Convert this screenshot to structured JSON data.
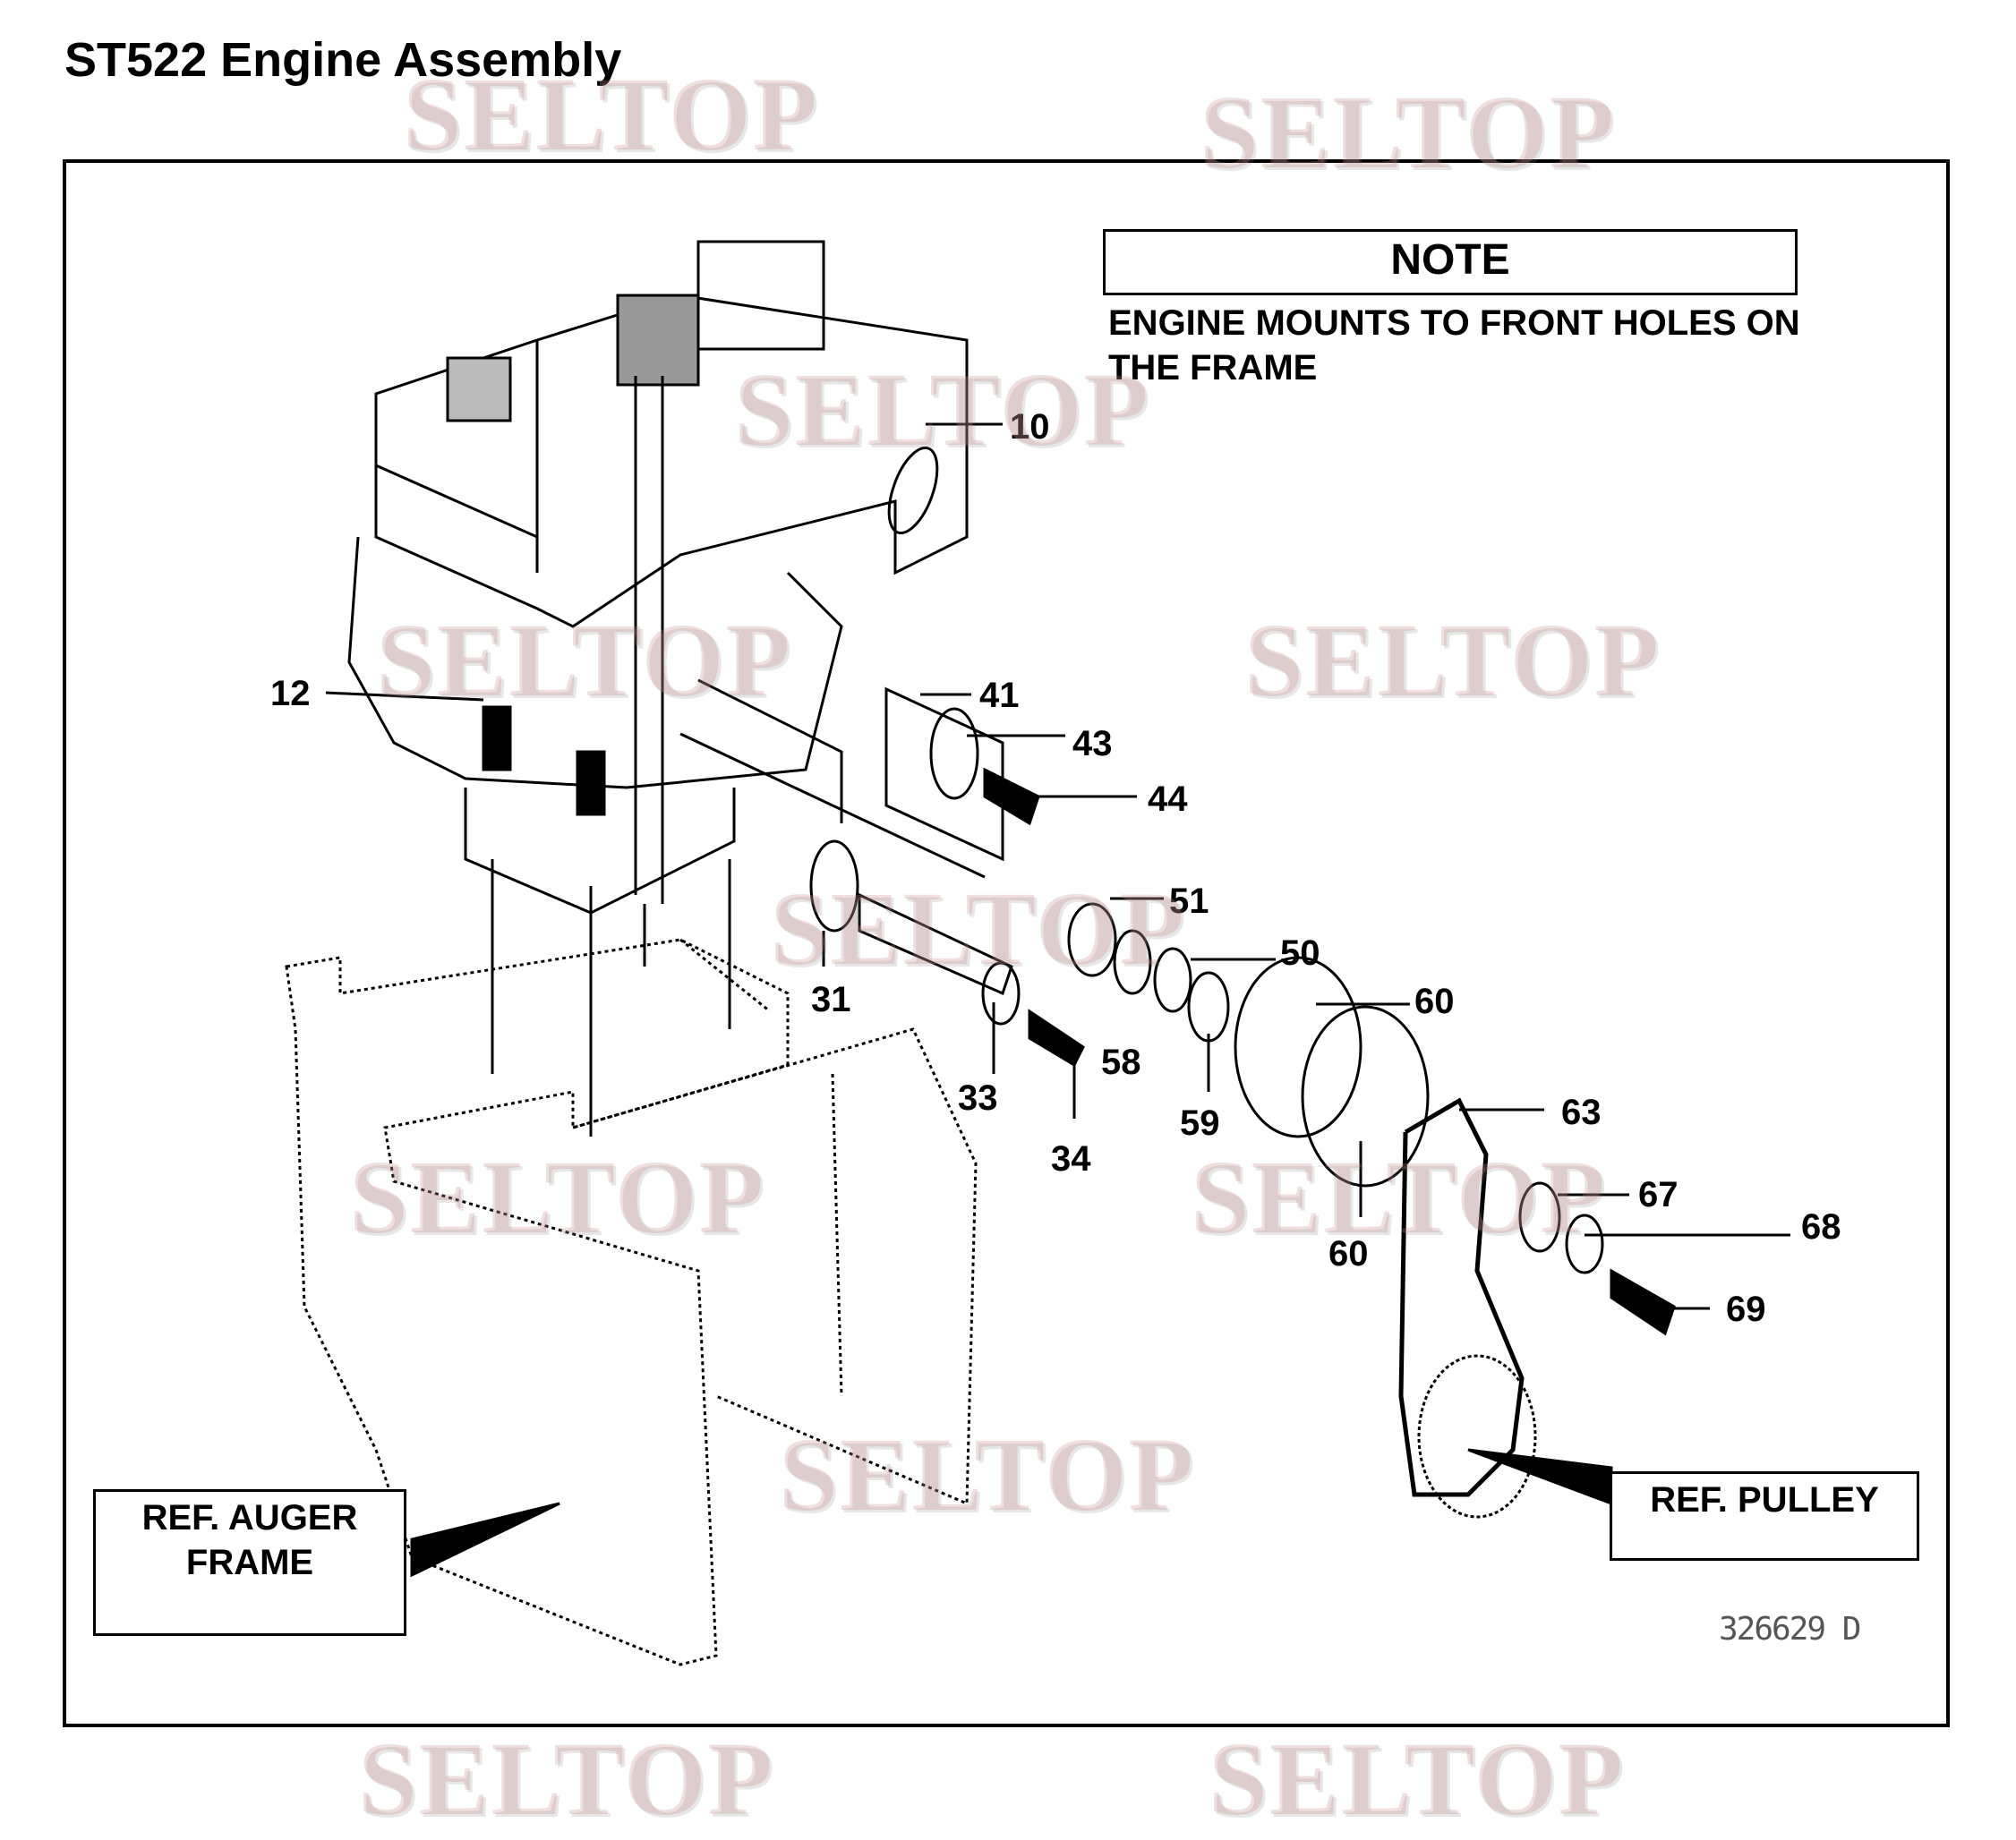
{
  "title": "ST522 Engine Assembly",
  "note": {
    "heading": "NOTE",
    "text": "ENGINE MOUNTS TO FRONT HOLES ON THE FRAME"
  },
  "ref_labels": {
    "auger_frame": "REF. AUGER FRAME",
    "pulley": "REF. PULLEY"
  },
  "document_number": "326629 D",
  "watermark_text": "SELTOP",
  "callouts": [
    "10",
    "12",
    "41",
    "43",
    "44",
    "51",
    "50",
    "31",
    "60",
    "33",
    "58",
    "34",
    "59",
    "63",
    "67",
    "68",
    "60",
    "69"
  ]
}
